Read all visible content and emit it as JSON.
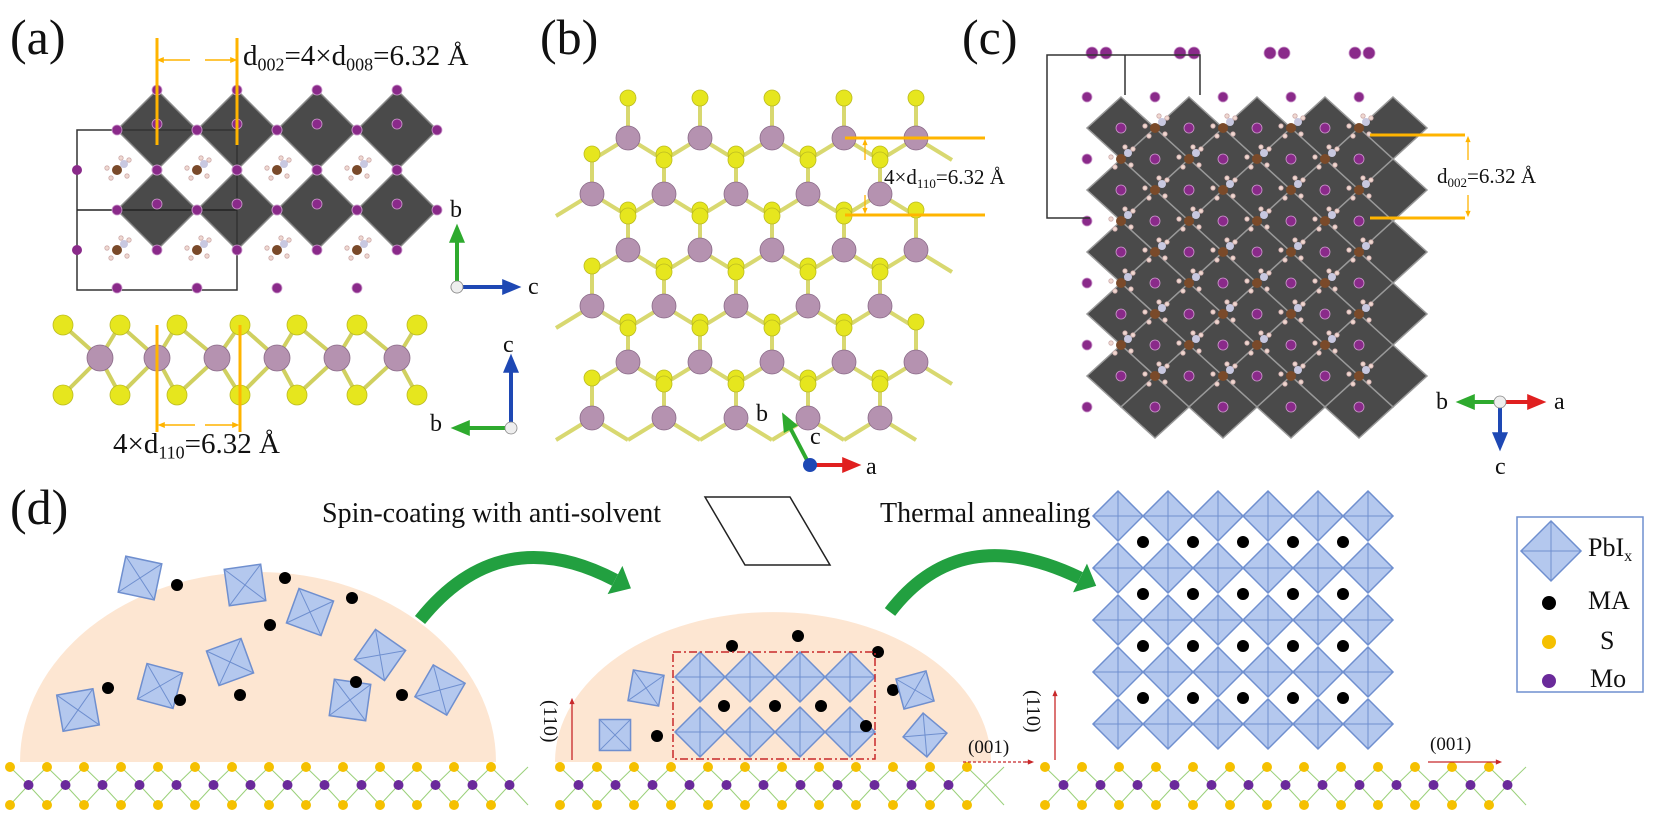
{
  "panels": {
    "a": {
      "label": "(a)",
      "spacing_top": {
        "pre": "d",
        "sub1": "002",
        "mid": "=4×d",
        "sub2": "008",
        "post": "=6.32 Å"
      },
      "spacing_bottom": {
        "pre": "4×d",
        "sub": "110",
        "post": "=6.32 Å"
      },
      "axes_top": {
        "up": "b",
        "right": "c"
      },
      "axes_bottom": {
        "up": "c",
        "left": "b"
      }
    },
    "b": {
      "label": "(b)",
      "spacing": {
        "pre": "4×d",
        "sub": "110",
        "post": "=6.32 Å"
      },
      "axes": {
        "up": "b",
        "center": "c",
        "right": "a"
      }
    },
    "c": {
      "label": "(c)",
      "spacing": {
        "pre": "d",
        "sub": "002",
        "post": "=6.32 Å"
      },
      "axes": {
        "left": "b",
        "right": "a",
        "down": "c"
      }
    },
    "d": {
      "label": "(d)",
      "step1": "Spin-coating with anti-solvent",
      "step2": "Thermal annealing",
      "dir_110": "(110)",
      "dir_001": "(001)",
      "legend": [
        {
          "symbol": "diamond",
          "label_pre": "PbI",
          "label_sub": "x",
          "color": "#b4c8ee"
        },
        {
          "symbol": "dot",
          "label": "MA",
          "color": "#000000"
        },
        {
          "symbol": "dot",
          "label": "S",
          "color": "#f5c000"
        },
        {
          "symbol": "dot",
          "label": "Mo",
          "color": "#6a2a9a"
        }
      ]
    }
  },
  "colors": {
    "octahedron_dark": "#4a4a4a",
    "iodine": "#8a2a8a",
    "sulfur": "#e6e61e",
    "molybdenum": "#b592b0",
    "guide_line": "#ffb400",
    "axis_a": "#e02020",
    "axis_b": "#2eaa2e",
    "axis_c": "#1e48b4",
    "pbix": "#b4c8ee",
    "pbix_edge": "#6f8fcf",
    "solution": "#fde6d2",
    "green_arrow": "#22a040",
    "red": "#c8282a"
  }
}
